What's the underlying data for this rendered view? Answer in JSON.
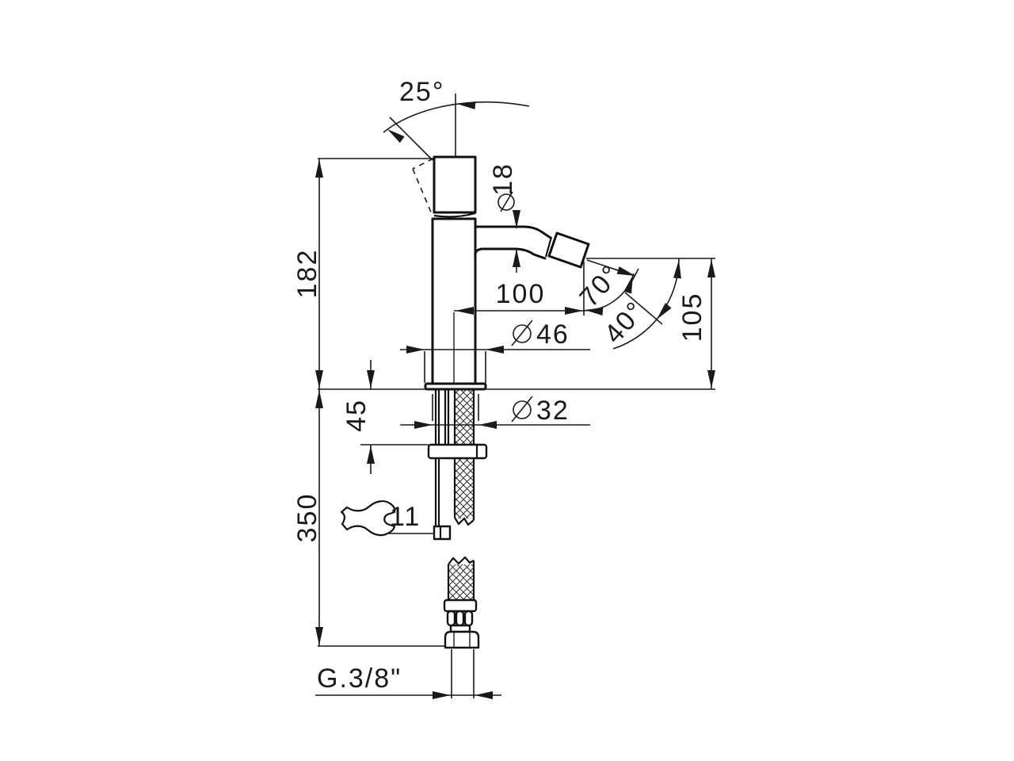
{
  "drawing": {
    "colors": {
      "line": "#1a1a1a",
      "background": "#ffffff"
    },
    "symbols": {
      "diameter": "Ø",
      "degree": "°"
    },
    "dims": {
      "handle_angle": "25°",
      "spout_diameter": "18",
      "height_to_spout": "182",
      "spout_reach": "100",
      "angle_upper": "70°",
      "angle_lower": "40°",
      "spout_outlet_height": "105",
      "base_diameter": "46",
      "deck_clamp_thickness": "45",
      "shank_diameter": "32",
      "hose_length": "350",
      "wrench_size": "11",
      "thread_size": "G.3/8\""
    }
  }
}
